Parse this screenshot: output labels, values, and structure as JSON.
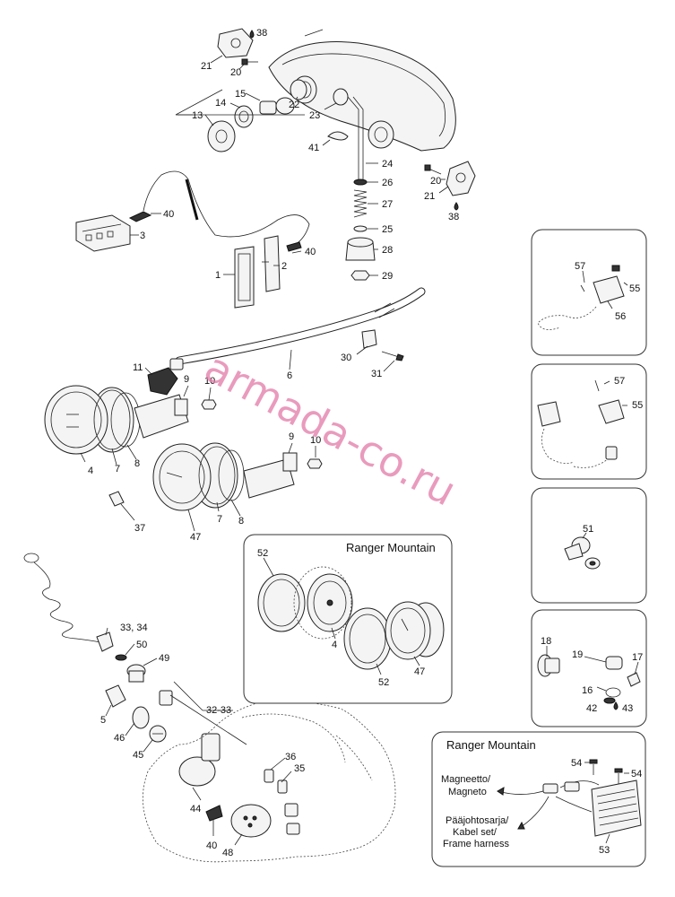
{
  "watermark": "armada-co.ru",
  "callouts": {
    "c1": "1",
    "c2": "2",
    "c3": "3",
    "c4": "4",
    "c4b": "4",
    "c5": "5",
    "c6": "6",
    "c7": "7",
    "c7b": "7",
    "c8": "8",
    "c8b": "8",
    "c9": "9",
    "c9b": "9",
    "c10": "10",
    "c10b": "10",
    "c11": "11",
    "c13": "13",
    "c14": "14",
    "c15": "15",
    "c16": "16",
    "c17": "17",
    "c18": "18",
    "c19": "19",
    "c20": "20",
    "c20b": "20",
    "c21": "21",
    "c21b": "21",
    "c22": "22",
    "c23": "23",
    "c24": "24",
    "c25": "25",
    "c26": "26",
    "c27": "27",
    "c28": "28",
    "c29": "29",
    "c30": "30",
    "c31": "31",
    "c32": "32-33",
    "c33": "33, 34",
    "c35": "35",
    "c36": "36",
    "c37": "37",
    "c38": "38",
    "c38b": "38",
    "c40": "40",
    "c40b": "40",
    "c40c": "40",
    "c41": "41",
    "c42": "42",
    "c43": "43",
    "c44": "44",
    "c45": "45",
    "c46": "46",
    "c47": "47",
    "c47b": "47",
    "c48": "48",
    "c49": "49",
    "c50": "50",
    "c51": "51",
    "c52": "52",
    "c52b": "52",
    "c53": "53",
    "c54": "54",
    "c54b": "54",
    "c55": "55",
    "c55b": "55",
    "c56": "56",
    "c57": "57",
    "c57b": "57"
  },
  "ranger_panel_1": {
    "title": "Ranger Mountain"
  },
  "ranger_panel_2": {
    "title": "Ranger Mountain",
    "magneto_1": "Magneetto/",
    "magneto_2": "Magneto",
    "harness_1": "Pääjohtosarja/",
    "harness_2": "Kabel set/",
    "harness_3": "Frame harness"
  }
}
